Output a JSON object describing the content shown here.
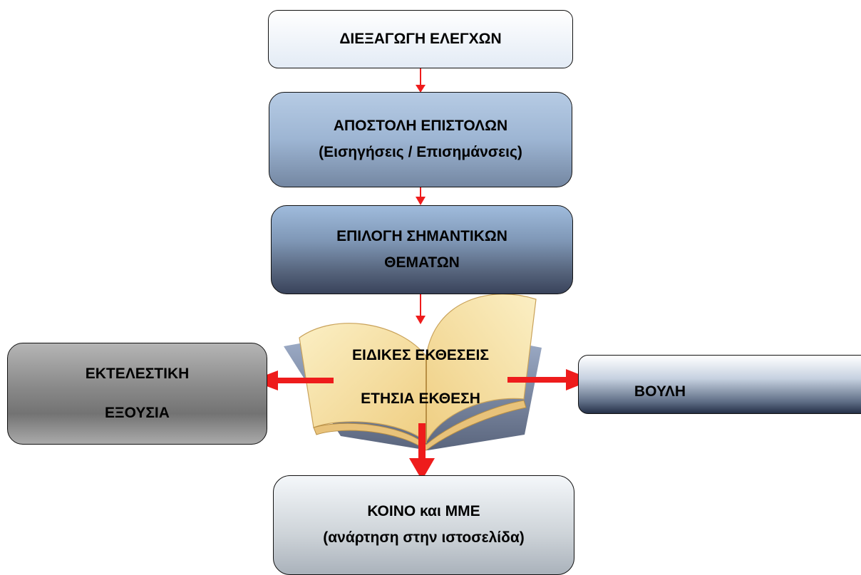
{
  "boxes": {
    "conduct_audits": {
      "line1": "ΔΙΕΞΑΓΩΓΗ ΕΛΕΓΧΩΝ"
    },
    "send_letters": {
      "line1": "ΑΠΟΣΤΟΛΗ ΕΠΙΣΤΟΛΩΝ",
      "line2": "(Εισηγήσεις / Επισημάνσεις)"
    },
    "select_topics": {
      "line1": "ΕΠΙΛΟΓΗ ΣΗΜΑΝΤΙΚΩΝ",
      "line2": "ΘΕΜΑΤΩΝ"
    },
    "executive": {
      "line1": "ΕΚΤΕΛΕΣΤΙΚΗ",
      "line2": "ΕΞΟΥΣΙΑ"
    },
    "parliament": {
      "line1": "ΒΟΥΛΗ"
    },
    "public_media": {
      "line1": "ΚΟΙΝΟ και ΜΜΕ",
      "line2": "(ανάρτηση στην ιστοσελίδα)"
    }
  },
  "book": {
    "line1": "ΕΙΔΙΚΕΣ ΕΚΘΕΣΕΙΣ",
    "line2": "ΕΤΗΣΙΑ ΕΚΘΕΣΗ"
  },
  "colors": {
    "arrow": "#ee1c1c",
    "book_page": "#f6dc9a",
    "book_edge": "#c9a25a",
    "book_cover": "#5c6f92"
  }
}
